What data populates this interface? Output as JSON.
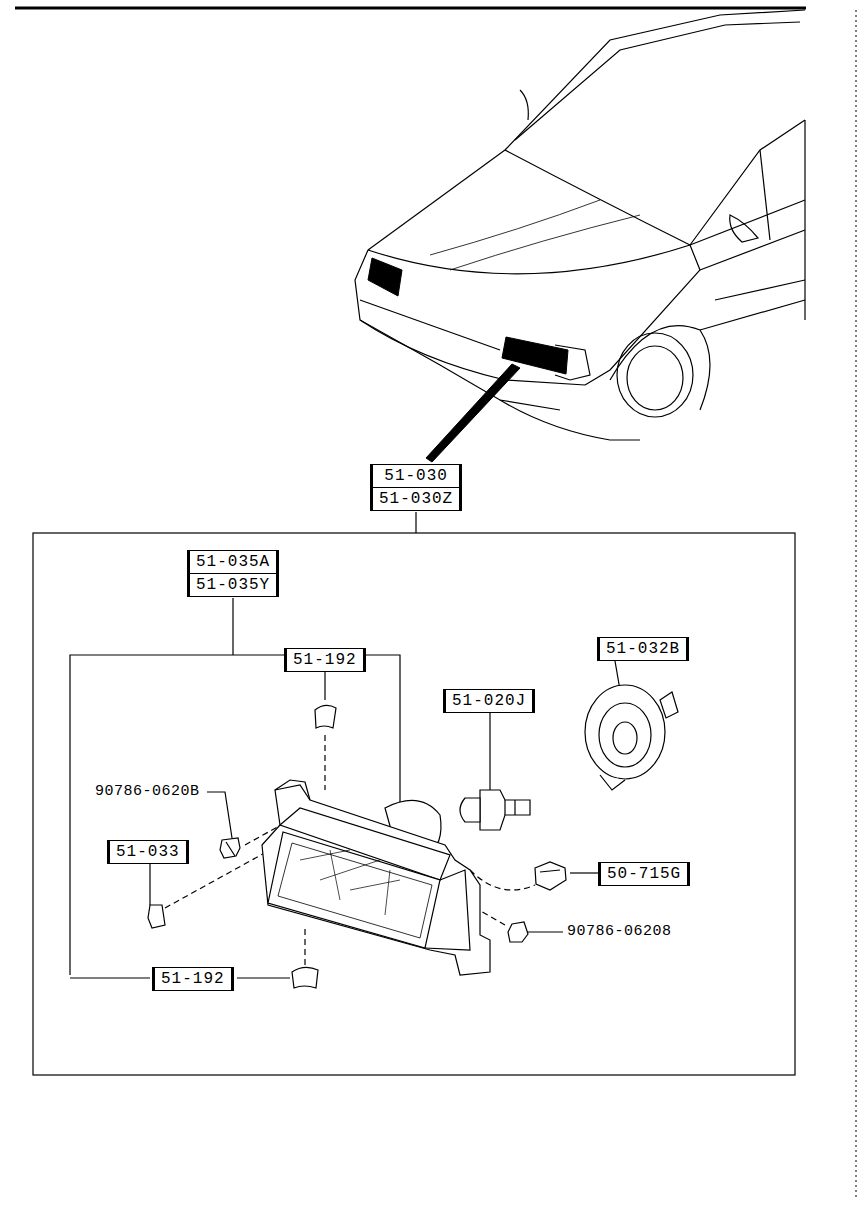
{
  "diagram": {
    "nodes": [
      {
        "text": [
          "51-030",
          "51-030Z"
        ]
      },
      {
        "text": [
          "51-035A",
          "51-035Y"
        ]
      },
      {
        "text": [
          "51-192"
        ]
      },
      {
        "text": [
          "51-032B"
        ]
      },
      {
        "text": [
          "51-020J"
        ]
      },
      {
        "text": [
          "51-033"
        ]
      },
      {
        "text": [
          "50-715G"
        ]
      },
      {
        "text": [
          "51-192"
        ]
      }
    ],
    "labels": [
      "90786-0620B",
      "90786-06208"
    ]
  }
}
